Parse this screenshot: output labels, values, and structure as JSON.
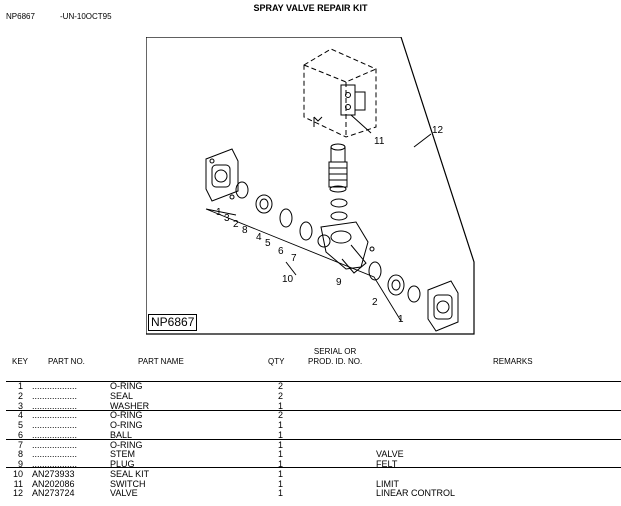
{
  "header": {
    "doc_id": "NP6867",
    "date_code": "-UN-10OCT95",
    "title": "SPRAY VALVE REPAIR KIT"
  },
  "figure": {
    "label": "NP6867",
    "callouts": [
      "1",
      "3",
      "2",
      "8",
      "4",
      "5",
      "6",
      "7",
      "10",
      "9",
      "2",
      "1",
      "11",
      "12"
    ]
  },
  "table": {
    "headers": {
      "key": "KEY",
      "part_no": "PART NO.",
      "part_name": "PART NAME",
      "qty": "QTY",
      "serial_line1": "SERIAL OR",
      "serial_line2": "PROD. ID. NO.",
      "remarks": "REMARKS"
    },
    "rows": [
      {
        "key": "1",
        "part_no": "..................",
        "name": "O-RING",
        "qty": "2",
        "remarks": ""
      },
      {
        "key": "2",
        "part_no": "..................",
        "name": "SEAL",
        "qty": "2",
        "remarks": ""
      },
      {
        "key": "3",
        "part_no": "..................",
        "name": "WASHER",
        "qty": "1",
        "remarks": ""
      },
      {
        "key": "4",
        "part_no": "..................",
        "name": "O-RING",
        "qty": "2",
        "remarks": ""
      },
      {
        "key": "5",
        "part_no": "..................",
        "name": "O-RING",
        "qty": "1",
        "remarks": ""
      },
      {
        "key": "6",
        "part_no": "..................",
        "name": "BALL",
        "qty": "1",
        "remarks": ""
      },
      {
        "key": "7",
        "part_no": "..................",
        "name": "O-RING",
        "qty": "1",
        "remarks": ""
      },
      {
        "key": "8",
        "part_no": "..................",
        "name": "STEM",
        "qty": "1",
        "remarks": "VALVE"
      },
      {
        "key": "9",
        "part_no": "..................",
        "name": "PLUG",
        "qty": "1",
        "remarks": "FELT"
      },
      {
        "key": "10",
        "part_no": "AN273933",
        "name": "SEAL KIT",
        "qty": "1",
        "remarks": ""
      },
      {
        "key": "11",
        "part_no": "AN202086",
        "name": "SWITCH",
        "qty": "1",
        "remarks": "LIMIT"
      },
      {
        "key": "12",
        "part_no": "AN273724",
        "name": "VALVE",
        "qty": "1",
        "remarks": "LINEAR CONTROL"
      }
    ]
  }
}
